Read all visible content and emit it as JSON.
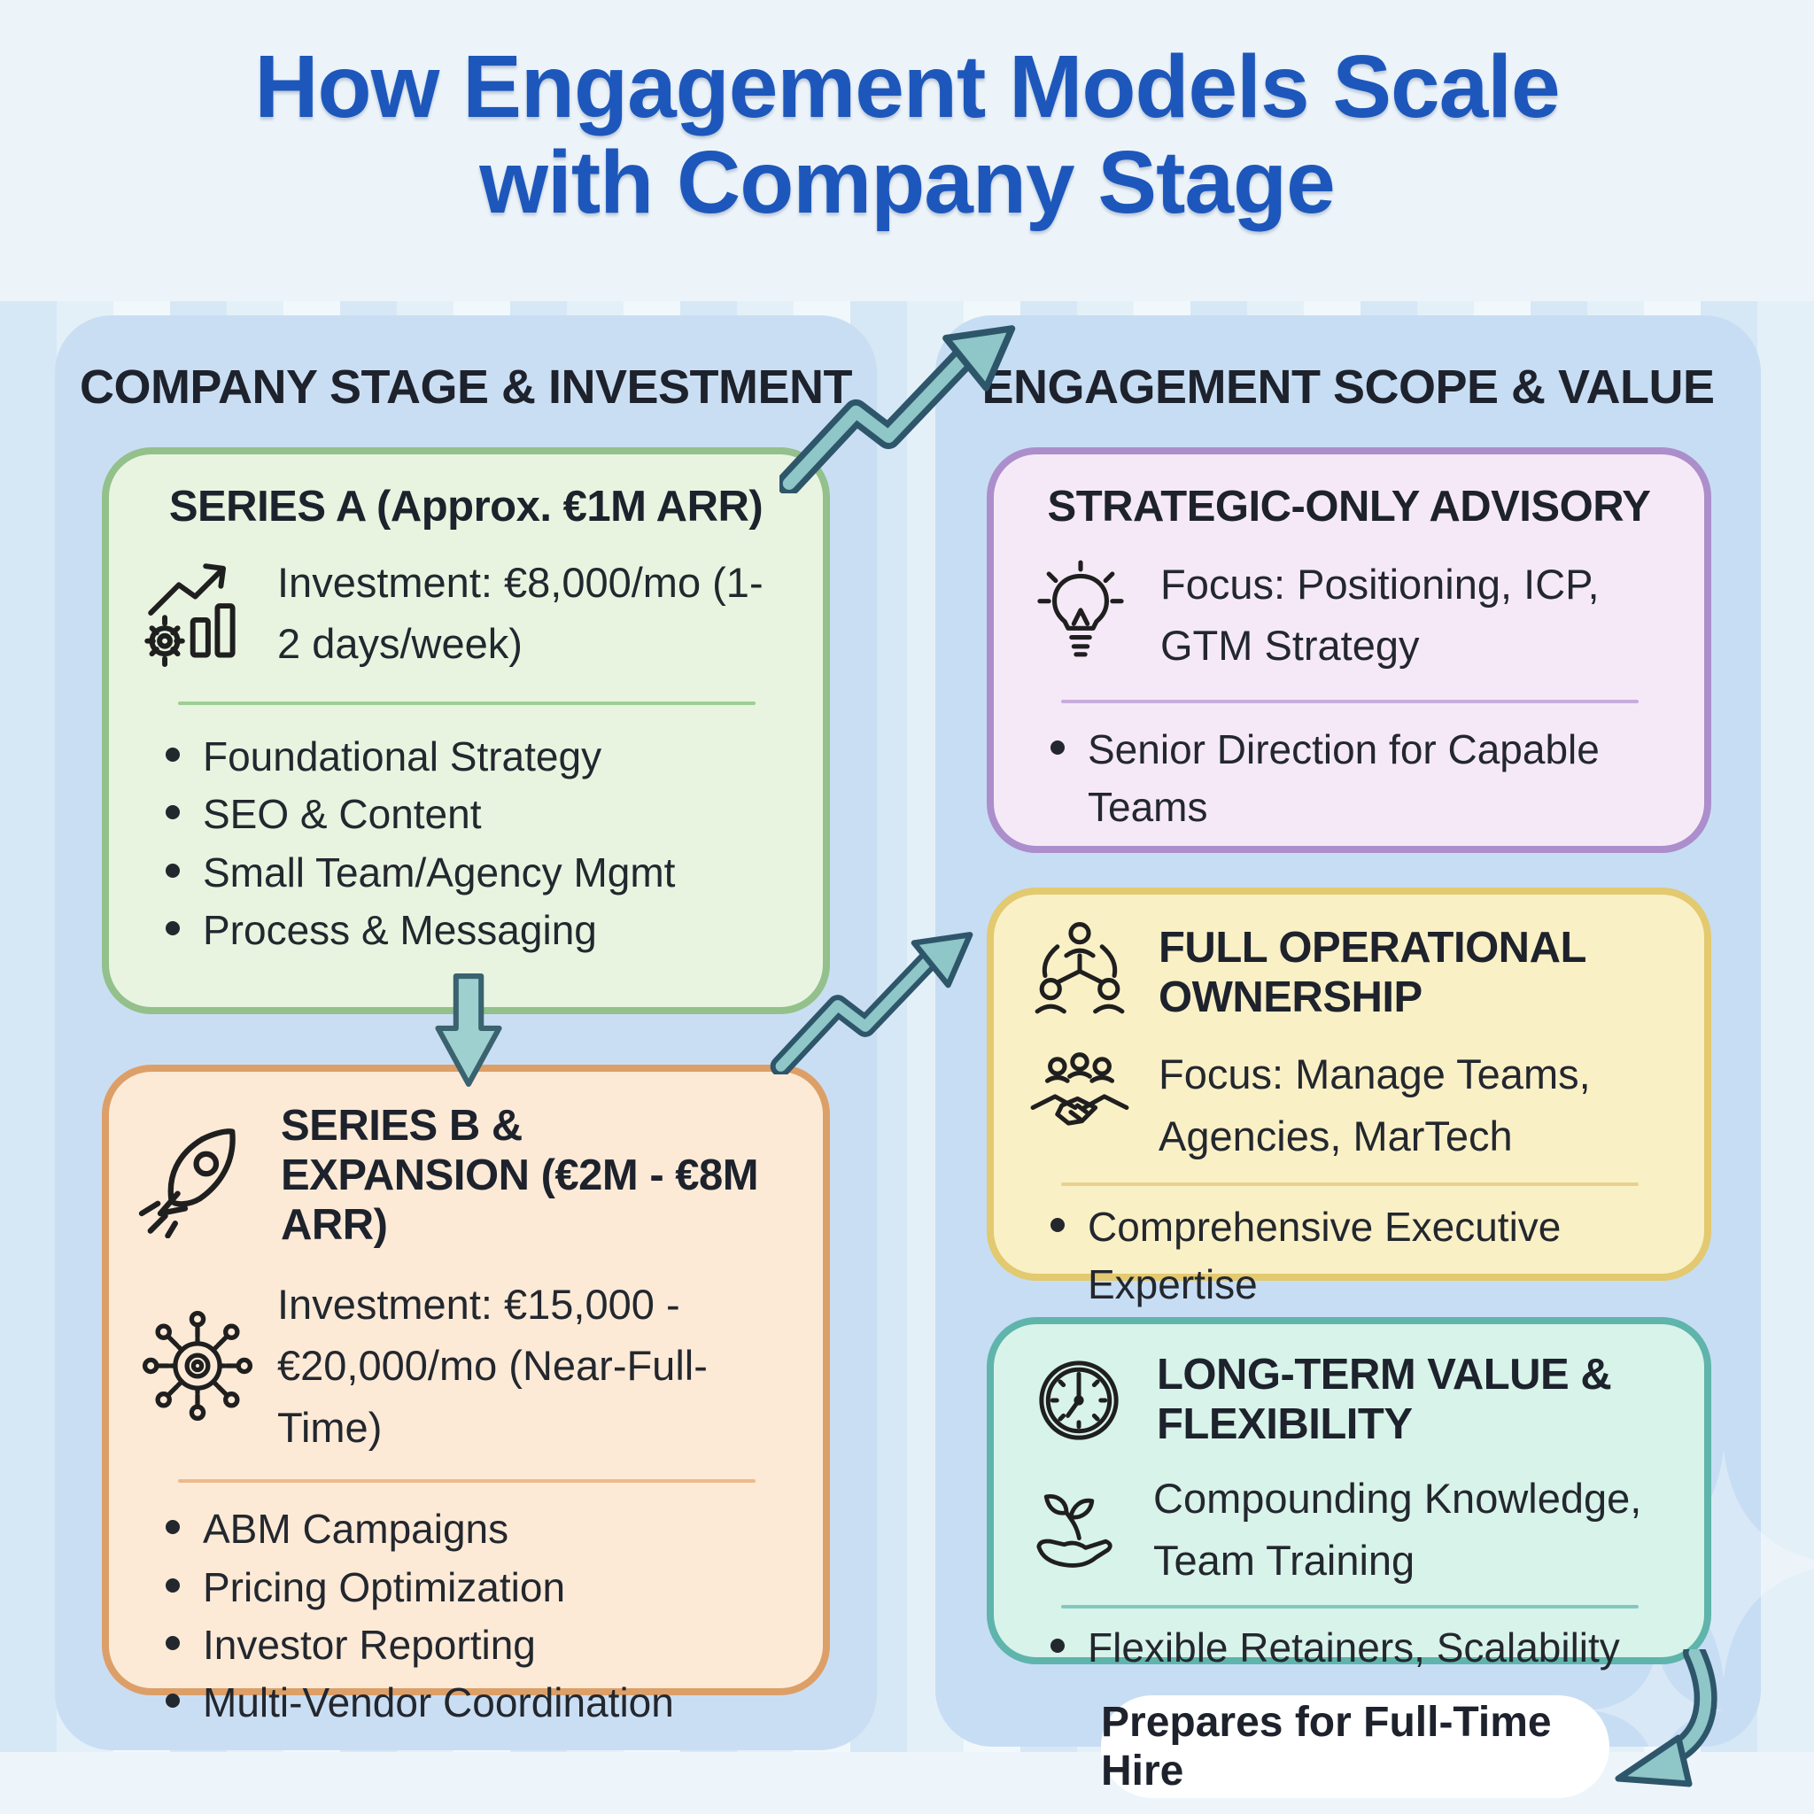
{
  "title": {
    "line1": "How Engagement Models Scale",
    "line2": "with Company Stage"
  },
  "left_panel": {
    "header": "COMPANY STAGE & INVESTMENT",
    "series_a": {
      "title": "SERIES A (Approx. €1M ARR)",
      "icon": "growth-chart-gear-icon",
      "investment": "Investment: €8,000/mo (1-2 days/week)",
      "bullets": [
        "Foundational Strategy",
        "SEO & Content",
        "Small Team/Agency Mgmt",
        "Process & Messaging"
      ]
    },
    "series_b": {
      "title": "SERIES B & EXPANSION (€2M - €8M ARR)",
      "title_icon": "rocket-icon",
      "investment_icon": "gear-network-icon",
      "investment": "Investment: €15,000 - €20,000/mo (Near-Full-Time)",
      "bullets": [
        "ABM Campaigns",
        "Pricing Optimization",
        "Investor Reporting",
        "Multi-Vendor Coordination"
      ]
    }
  },
  "right_panel": {
    "header": "ENGAGEMENT SCOPE & VALUE",
    "advisory": {
      "title": "STRATEGIC-ONLY ADVISORY",
      "focus_icon": "lightbulb-icon",
      "focus": "Focus: Positioning, ICP, GTM Strategy",
      "bullets": [
        "Senior Direction for Capable Teams"
      ]
    },
    "ownership": {
      "title": "FULL OPERATIONAL OWNERSHIP",
      "title_icon": "org-chart-icon",
      "focus_icon": "handshake-icon",
      "focus": "Focus: Manage Teams, Agencies, MarTech",
      "bullets": [
        "Comprehensive Executive Expertise"
      ]
    },
    "longterm": {
      "title": "LONG-TERM VALUE & FLEXIBILITY",
      "title_icon": "clock-icon",
      "focus_icon": "plant-hand-icon",
      "focus": "Compounding Knowledge, Team Training",
      "bullets": [
        "Flexible Retainers, Scalability"
      ]
    },
    "footer_pill": "Prepares for Full-Time Hire"
  },
  "connectors": {
    "top_arrow": "zigzag-up-arrow",
    "middle_arrow": "zigzag-up-arrow",
    "down_arrow": "down-block-arrow",
    "curved_arrow": "curved-down-arrow"
  },
  "colors": {
    "title_blue": "#1d57bb",
    "panel_blue": "#cadef3",
    "series_a_green": "#e8f4e0",
    "series_a_border": "#93c08b",
    "series_b_orange": "#fcead7",
    "series_b_border": "#dd9f68",
    "advisory_purple": "#f6e9f7",
    "advisory_border": "#ab8ecb",
    "ownership_yellow": "#faf0c6",
    "ownership_border": "#e3c96f",
    "longterm_teal": "#d8f3e9",
    "longterm_border": "#5fb4ab",
    "arrow_fill": "#8fc6c7",
    "arrow_outline": "#2e566a",
    "text_dark": "#22262d",
    "pill_white": "#ffffff"
  }
}
